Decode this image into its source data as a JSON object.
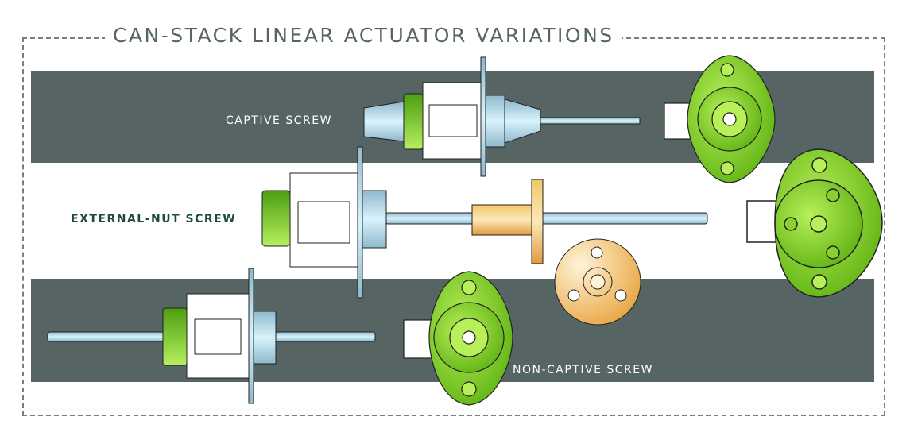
{
  "title": "CAN-STACK LINEAR ACTUATOR VARIATIONS",
  "labels": {
    "captive": "CAPTIVE SCREW",
    "external_nut": "EXTERNAL-NUT SCREW",
    "non_captive": "NON-CAPTIVE SCREW"
  },
  "colors": {
    "band": "#566464",
    "title": "#566464",
    "external_label": "#1f4a3c",
    "green": "#6cc21c",
    "steel": "#a9cfe0",
    "brass": "#e8b55a"
  }
}
